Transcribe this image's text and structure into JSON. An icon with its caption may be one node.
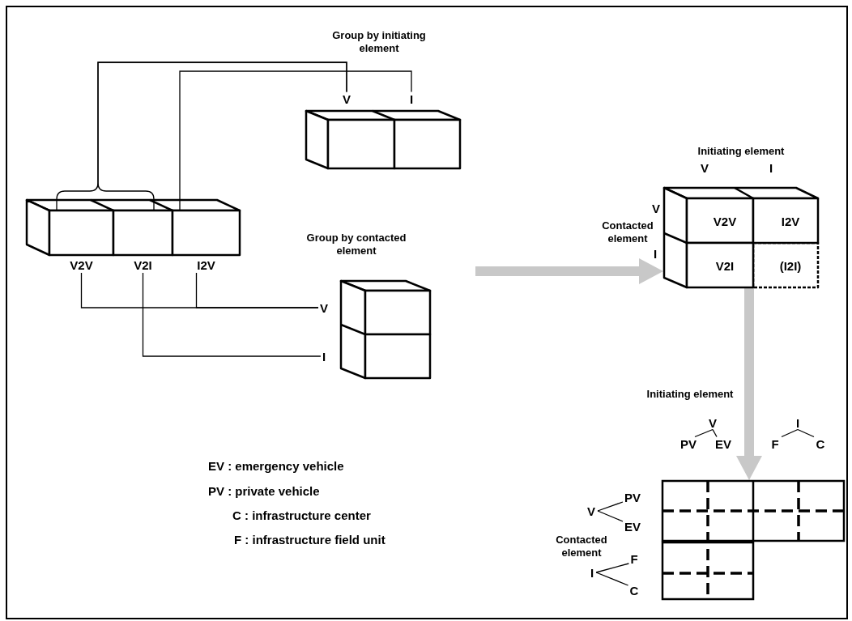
{
  "diagram": {
    "nodes": [
      {
        "text": [
          "V"
        ]
      },
      {
        "text": [
          "I"
        ]
      },
      {
        "text": [
          "V2V"
        ]
      },
      {
        "text": [
          "V2I"
        ]
      },
      {
        "text": [
          "I2V"
        ]
      },
      {
        "text": [
          "V"
        ]
      },
      {
        "text": [
          "I"
        ]
      },
      {
        "text": [],
        "shape": "box"
      },
      {
        "text": [
          "V2V"
        ],
        "in": 7
      },
      {
        "text": [
          "I2V"
        ],
        "in": 7
      },
      {
        "text": [
          "V2I"
        ],
        "in": 7
      },
      {
        "text": [
          "(I2I)"
        ],
        "in": 7
      },
      {
        "text": [],
        "shape": "box"
      },
      {
        "text": [
          "V"
        ]
      },
      {
        "text": [
          "I"
        ]
      },
      {
        "text": [
          "PV"
        ]
      },
      {
        "text": [
          "EV"
        ]
      },
      {
        "text": [
          "F"
        ]
      },
      {
        "text": [
          "C"
        ]
      },
      {
        "text": [
          "V"
        ]
      },
      {
        "text": [
          "PV"
        ]
      },
      {
        "text": [
          "EV"
        ]
      },
      {
        "text": [
          "I"
        ]
      },
      {
        "text": [
          "F"
        ]
      },
      {
        "text": [
          "C"
        ]
      }
    ],
    "edges": [
      {
        "from": 2,
        "to": 0,
        "arrow": "none"
      },
      {
        "from": 3,
        "to": 0,
        "arrow": "none"
      },
      {
        "from": 4,
        "to": 1,
        "arrow": "none"
      },
      {
        "from": 2,
        "to": 5,
        "arrow": "none"
      },
      {
        "from": 4,
        "to": 5,
        "arrow": "none"
      },
      {
        "from": 3,
        "to": 6,
        "arrow": "none"
      },
      {
        "from": null,
        "to": 7,
        "arrow": "to",
        "style": "thick",
        "color": "#c8c8c8"
      },
      {
        "from": 7,
        "to": 12,
        "arrow": "to",
        "style": "thick",
        "color": "#c8c8c8"
      },
      {
        "from": 13,
        "to": 15,
        "arrow": "none"
      },
      {
        "from": 13,
        "to": 16,
        "arrow": "none"
      },
      {
        "from": 14,
        "to": 17,
        "arrow": "none"
      },
      {
        "from": 14,
        "to": 18,
        "arrow": "none"
      },
      {
        "from": 19,
        "to": 20,
        "arrow": "none"
      },
      {
        "from": 19,
        "to": 21,
        "arrow": "none"
      },
      {
        "from": 22,
        "to": 23,
        "arrow": "none"
      },
      {
        "from": 22,
        "to": 24,
        "arrow": "none"
      }
    ],
    "labels": [
      "Group by initiating element",
      "Group by contacted element",
      "Initiating element",
      "V",
      "I",
      "V",
      "Contacted element",
      "I",
      "Initiating element",
      "EV : emergency vehicle",
      "PV : private vehicle",
      "C : infrastructure center",
      "F : infrastructure field unit",
      "Contacted element"
    ]
  }
}
